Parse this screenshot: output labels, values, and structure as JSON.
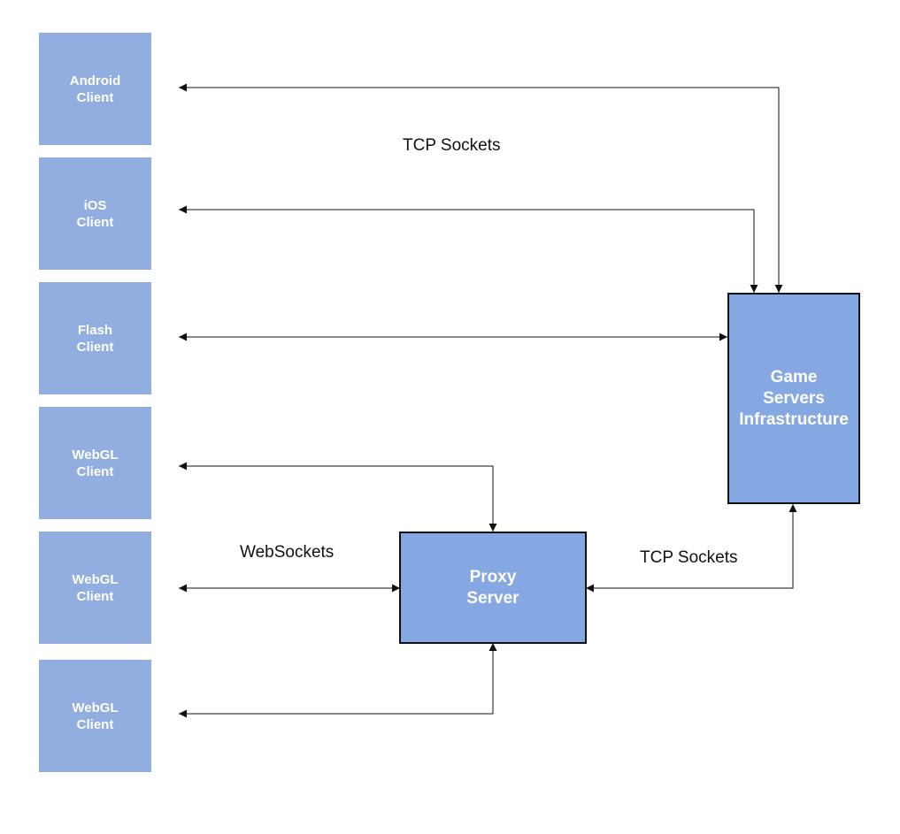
{
  "colors": {
    "client_fill": "#92aee0",
    "server_fill": "#86a8e2",
    "server_border": "#111111",
    "box_text": "#ffffff",
    "line": "#111111"
  },
  "clients": [
    {
      "label": "Android\nClient"
    },
    {
      "label": "iOS\nClient"
    },
    {
      "label": "Flash\nClient"
    },
    {
      "label": "WebGL\nClient"
    },
    {
      "label": "WebGL\nClient"
    },
    {
      "label": "WebGL\nClient"
    }
  ],
  "servers": {
    "game": {
      "label": "Game\nServers\nInfrastructure"
    },
    "proxy": {
      "label": "Proxy\nServer"
    }
  },
  "edge_labels": {
    "tcp_top": "TCP Sockets",
    "websockets": "WebSockets",
    "tcp_proxy": "TCP Sockets"
  }
}
